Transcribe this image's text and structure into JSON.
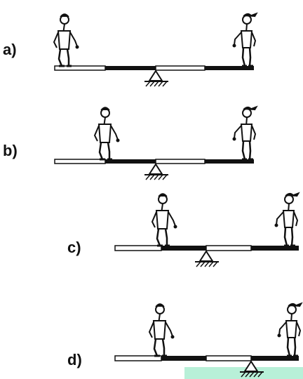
{
  "panels": [
    {
      "label": "a)"
    },
    {
      "label": "b)"
    },
    {
      "label": "c)"
    },
    {
      "label": "d)"
    }
  ],
  "colors": {
    "ink": "#111111",
    "plank_light": "#ffffff",
    "plank_dark": "#111111",
    "highlight": "#b8f0d8"
  }
}
